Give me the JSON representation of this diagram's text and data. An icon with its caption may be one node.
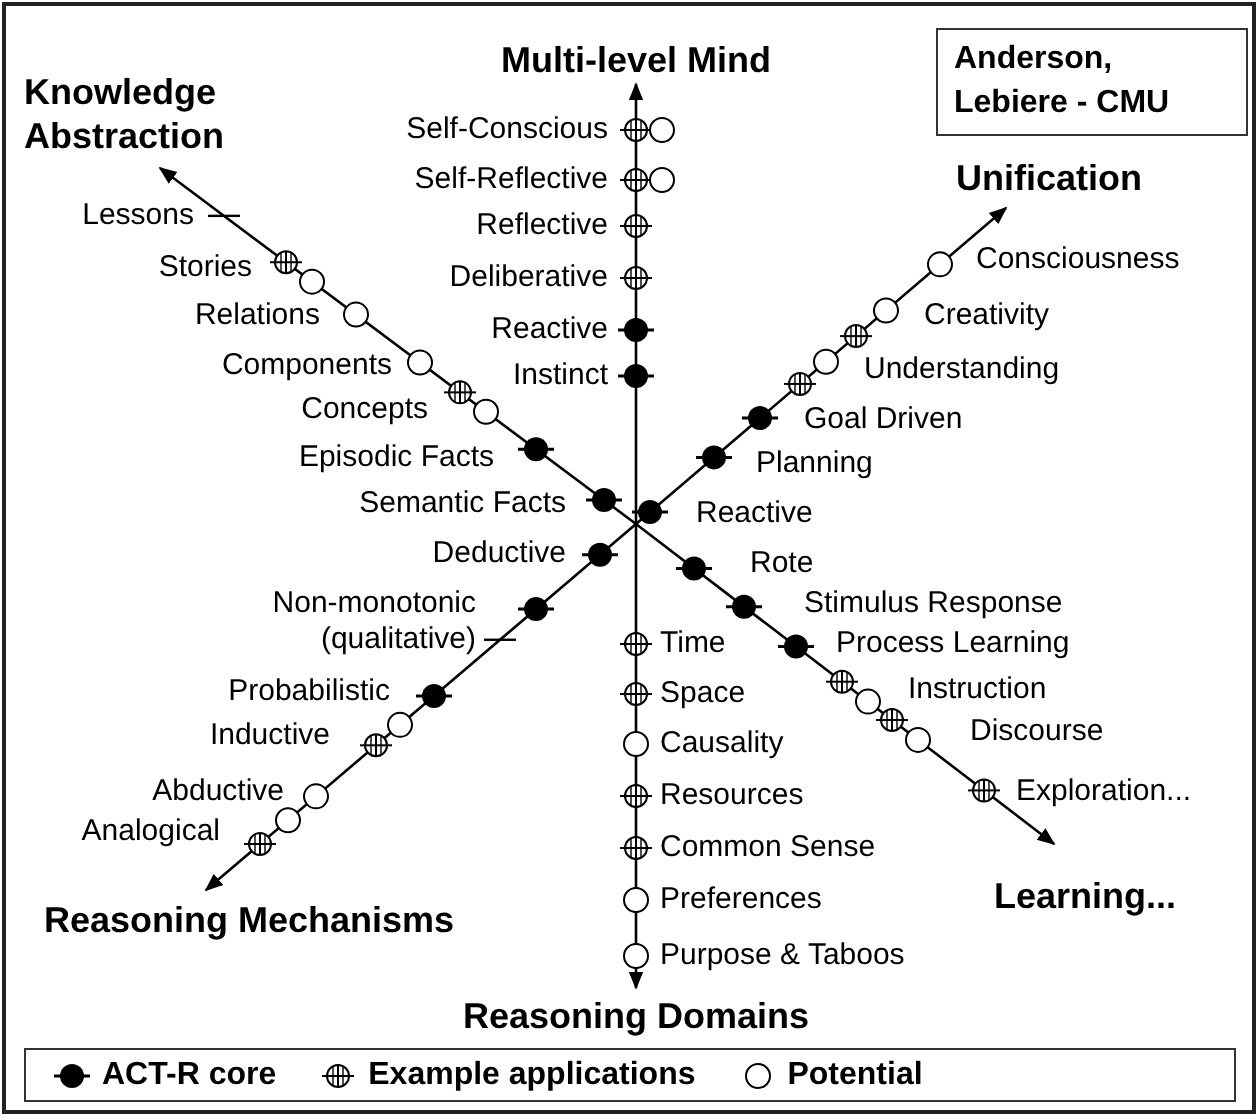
{
  "diagram": {
    "nodes": [
      {
        "text": [
          "Anderson, Lebiere - CMU"
        ]
      }
    ],
    "labels": [
      "Multi-level Mind",
      "Knowledge Abstraction",
      "Self-Conscious",
      "Self-Reflective",
      "Unification",
      "Lessons",
      "Reflective",
      "Stories",
      "Deliberative",
      "Consciousness",
      "Relations",
      "Reactive",
      "Creativity",
      "Components",
      "Instinct",
      "Understanding",
      "Concepts",
      "Goal Driven",
      "Episodic Facts",
      "Planning",
      "Semantic Facts",
      "Reactive",
      "Deductive",
      "Rote",
      "Non-monotonic (qualitative)",
      "Stimulus Response",
      "Time",
      "Process Learning",
      "Probabilistic",
      "Space",
      "Instruction",
      "Inductive",
      "Causality",
      "Discourse",
      "Abductive",
      "Resources",
      "Exploration...",
      "Analogical",
      "Common Sense",
      "Reasoning Mechanisms",
      "Preferences",
      "Learning...",
      "Purpose & Taboos",
      "Reasoning Domains"
    ],
    "legend": [
      {
        "text": "ACT-R core"
      },
      {
        "text": "Example applications"
      },
      {
        "text": "Potential"
      }
    ]
  }
}
